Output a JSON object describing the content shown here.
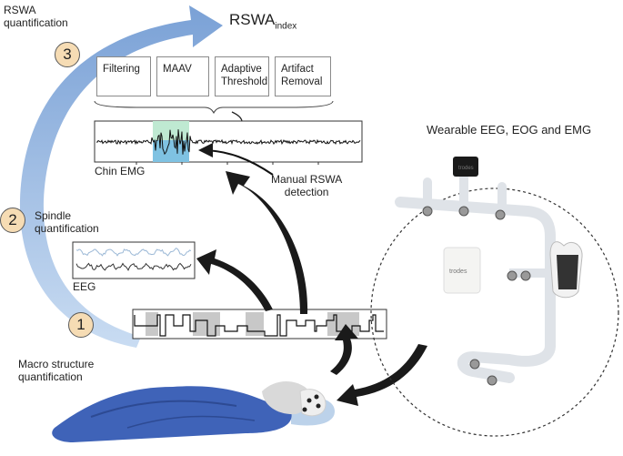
{
  "title": {
    "main": "RSWA",
    "subscript": "index"
  },
  "steps": [
    {
      "number": "1",
      "label_line1": "Macro structure",
      "label_line2": "quantification"
    },
    {
      "number": "2",
      "label_line1": "Spindle",
      "label_line2": "quantification"
    },
    {
      "number": "3",
      "label_line1": "RSWA",
      "label_line2": "quantification"
    }
  ],
  "processing_boxes": [
    {
      "line1": "Filtering",
      "line2": ""
    },
    {
      "line1": "MAAV",
      "line2": ""
    },
    {
      "line1": "Adaptive",
      "line2": "Threshold"
    },
    {
      "line1": "Artifact",
      "line2": "Removal"
    }
  ],
  "signals": {
    "chin_emg": "Chin EMG",
    "eeg": "EEG"
  },
  "manual_detection": {
    "line1": "Manual  RSWA",
    "line2": "detection"
  },
  "device": {
    "title": "Wearable EEG, EOG and EMG",
    "brand": "trodes"
  },
  "colors": {
    "arc": "#8aaedc",
    "step_fill": "#f6dcb4",
    "emg_highlight_top": "#bfe9d2",
    "emg_highlight_bottom": "#7fc2e2",
    "body": "#3f63b8",
    "arrows": "#1a1a1a"
  }
}
